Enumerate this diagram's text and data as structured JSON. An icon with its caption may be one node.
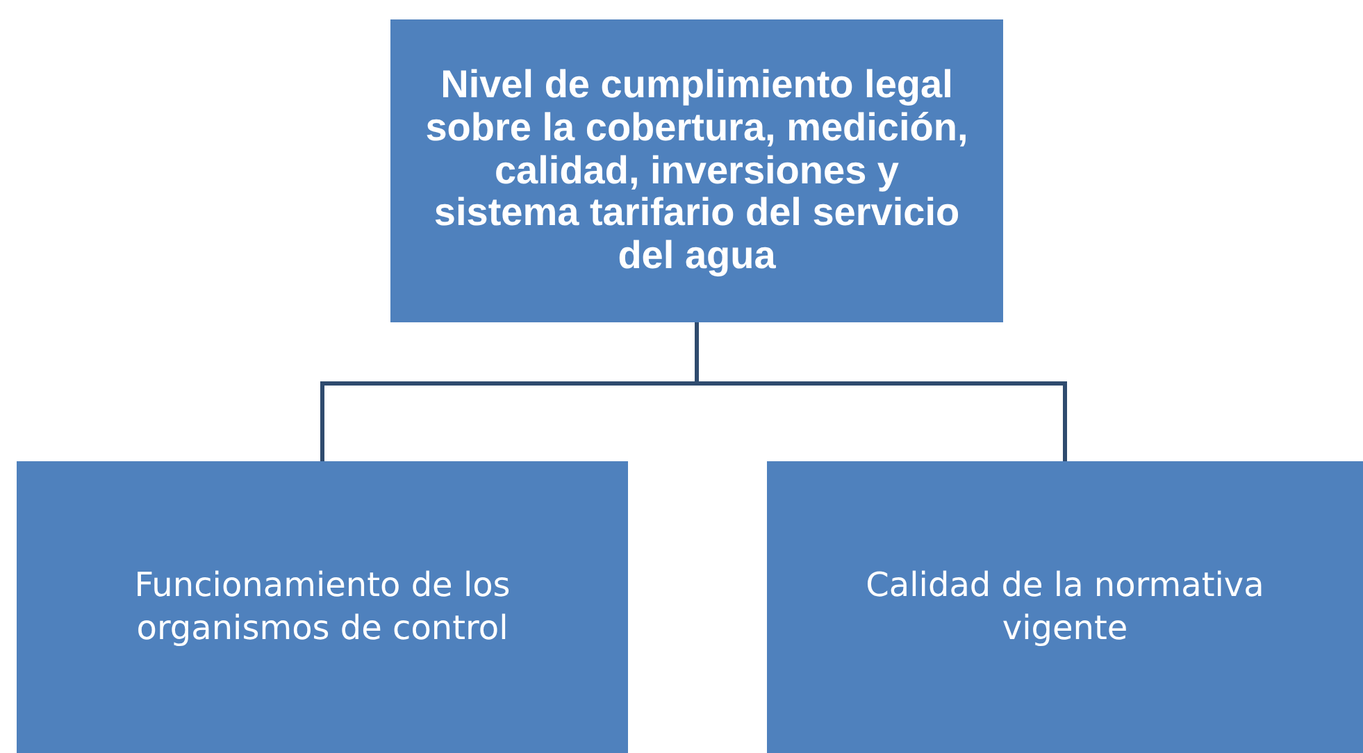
{
  "diagram": {
    "nodes": [
      {
        "text": [
          "Nivel de cumplimiento legal sobre la cobertura, medición, calidad, inversiones y sistema tarifario del servicio del agua"
        ]
      },
      {
        "text": [
          "Funcionamiento de los organismos de control"
        ]
      },
      {
        "text": [
          "Calidad de la normativa vigente"
        ]
      }
    ],
    "edges": [
      {
        "from": 0,
        "to": 1,
        "arrow": "none"
      },
      {
        "from": 0,
        "to": 2,
        "arrow": "none"
      }
    ]
  }
}
